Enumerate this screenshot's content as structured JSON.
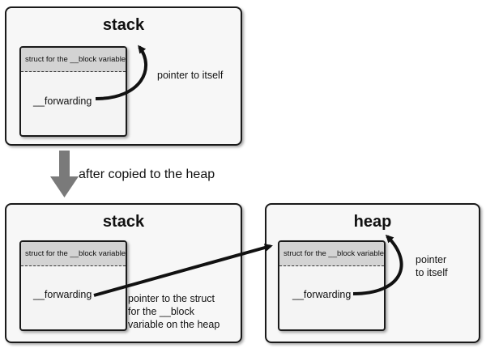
{
  "top": {
    "title": "stack",
    "struct_header": "struct for the __block variable",
    "field": "__forwarding",
    "annotation": "pointer to itself"
  },
  "transition": {
    "label": "after copied to the heap"
  },
  "bottom_left": {
    "title": "stack",
    "struct_header": "struct for the __block variable",
    "field": "__forwarding",
    "annotation_lines": [
      "pointer to the struct",
      "for the __block",
      "variable on the heap"
    ]
  },
  "bottom_right": {
    "title": "heap",
    "struct_header": "struct for the __block variable",
    "field": "__forwarding",
    "annotation_lines": [
      "pointer",
      "to itself"
    ]
  },
  "colors": {
    "arrow": "#111111",
    "transition_arrow": "#7a7a7a",
    "header_fill": "#d3d3d3"
  }
}
